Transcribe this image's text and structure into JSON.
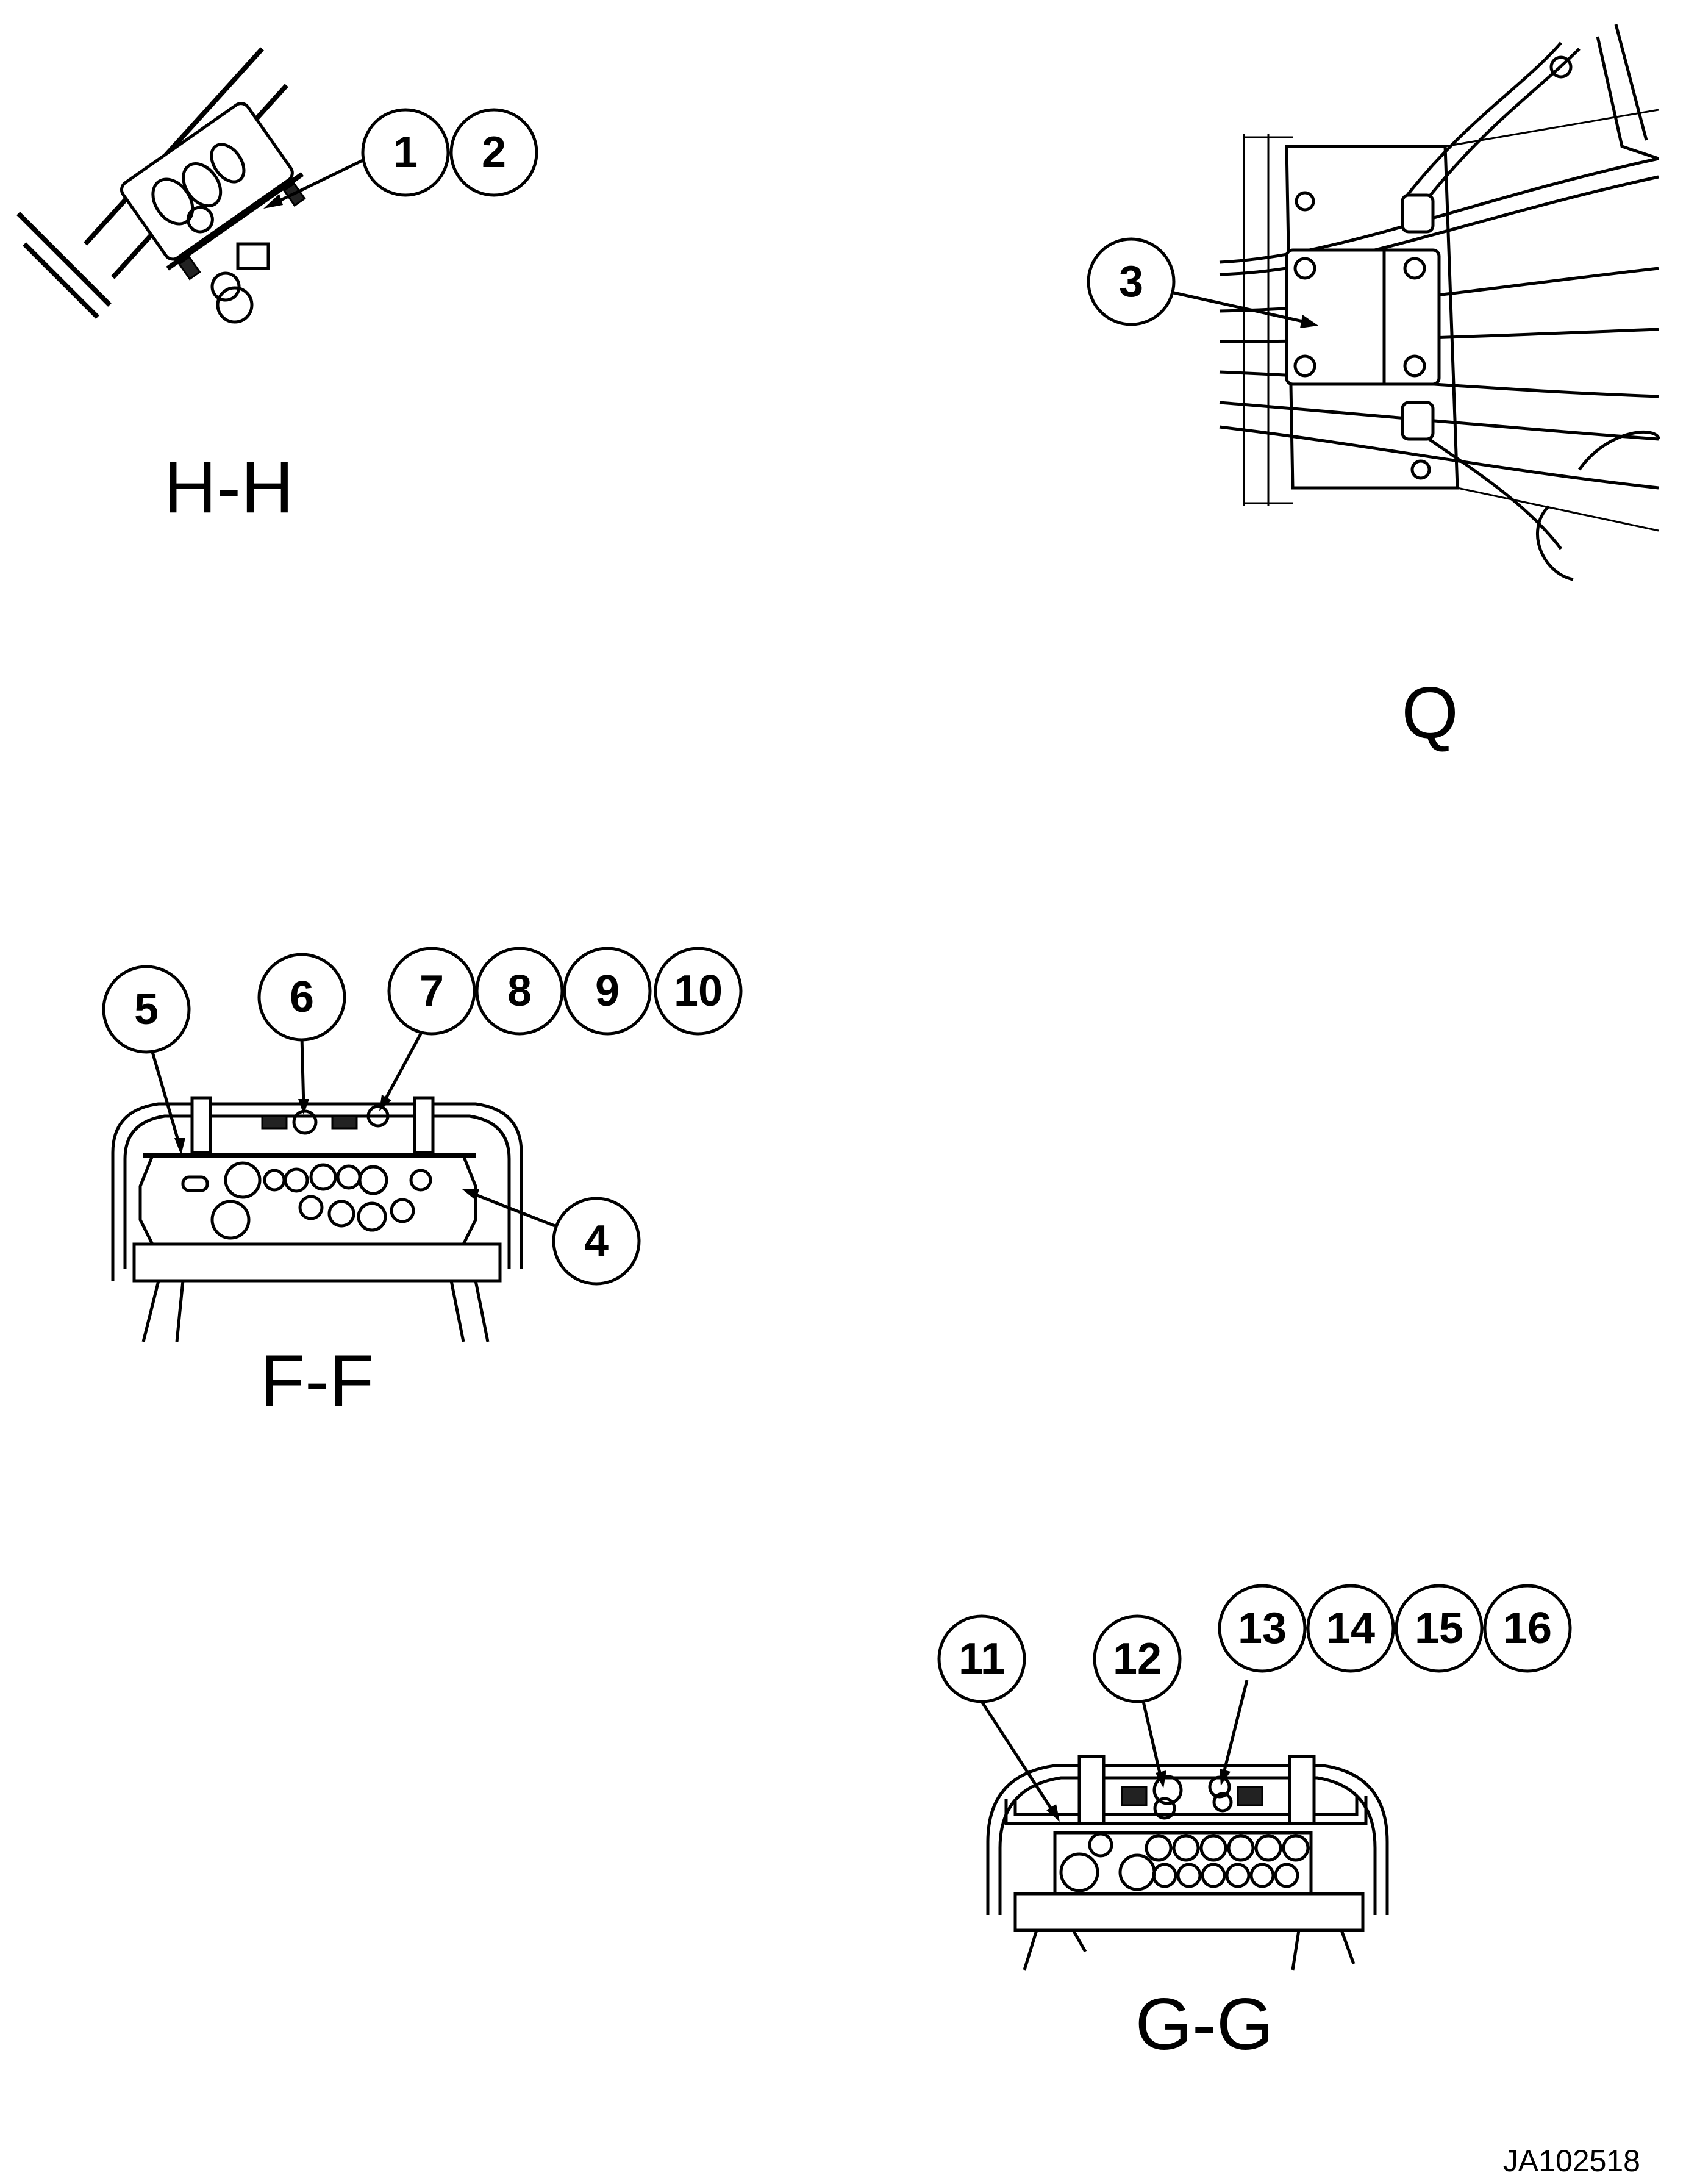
{
  "views": [
    {
      "id": "H-H",
      "caption": "H-H",
      "callouts": [
        "1",
        "2"
      ]
    },
    {
      "id": "Q",
      "caption": "Q",
      "callouts": [
        "3"
      ]
    },
    {
      "id": "F-F",
      "caption": "F-F",
      "callouts": [
        "4",
        "5",
        "6",
        "7",
        "8",
        "9",
        "10"
      ]
    },
    {
      "id": "G-G",
      "caption": "G-G",
      "callouts": [
        "11",
        "12",
        "13",
        "14",
        "15",
        "16"
      ]
    }
  ],
  "document_id": "JA102518"
}
